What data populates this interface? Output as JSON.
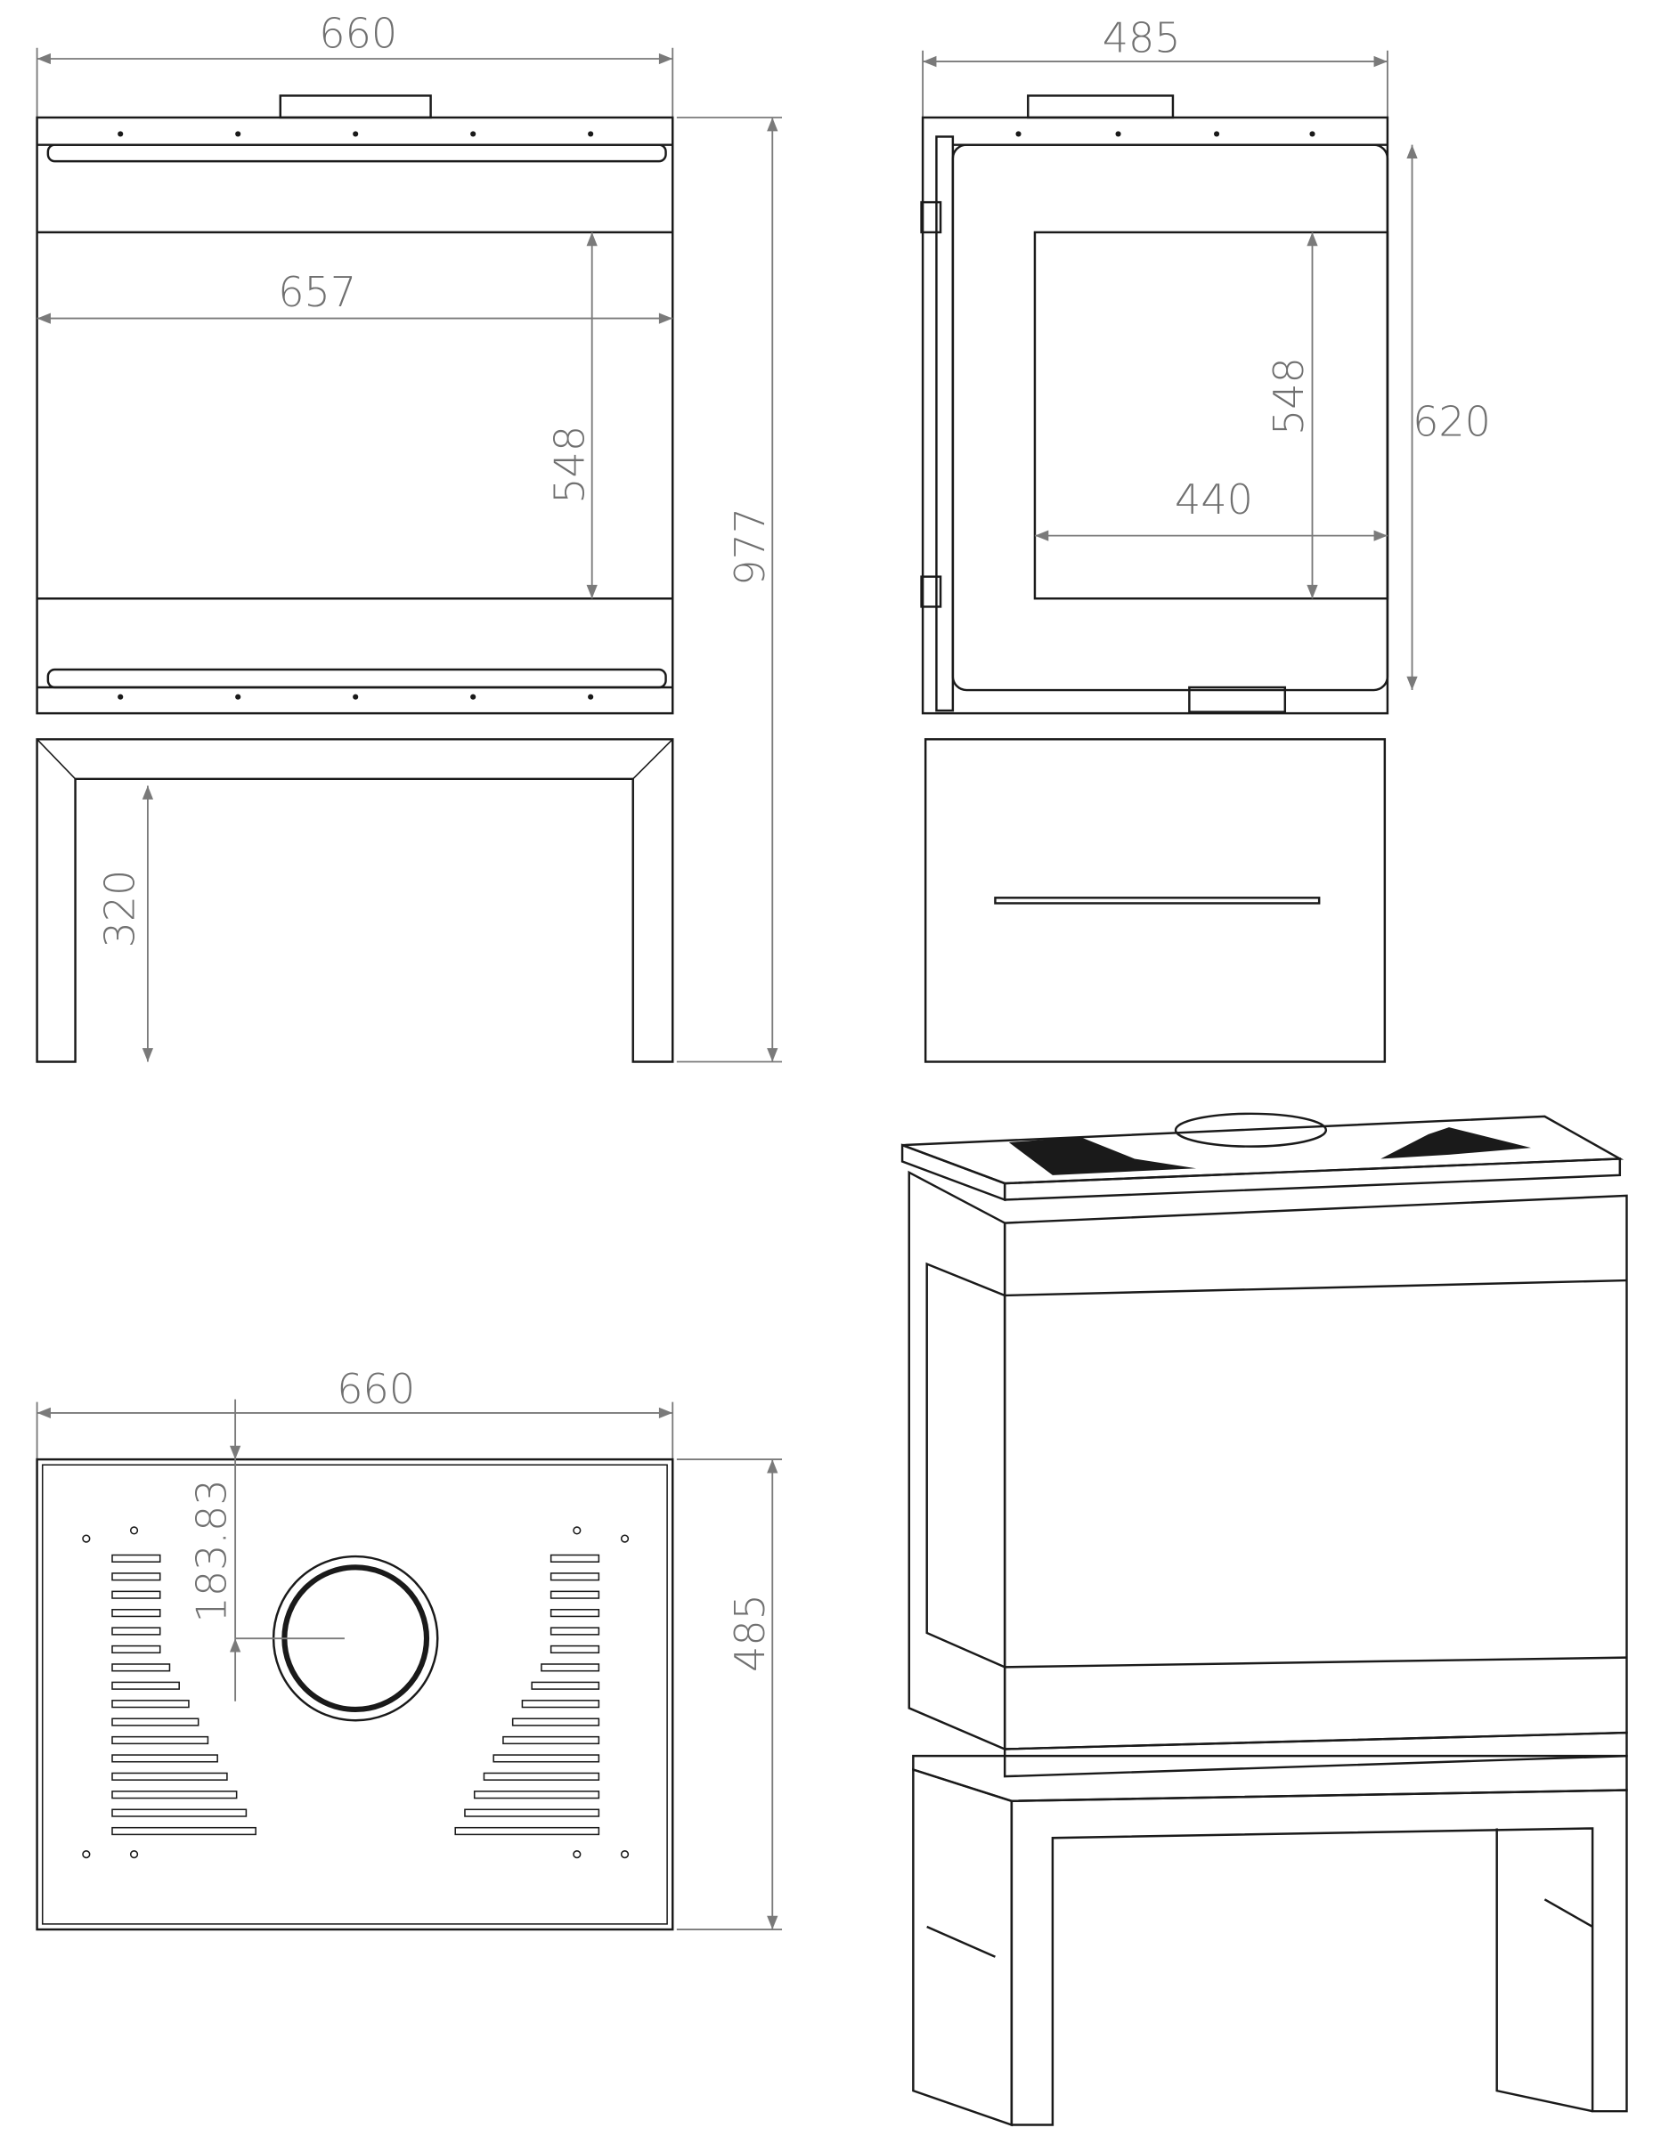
{
  "front_view": {
    "width_label": "660",
    "glass_width_label": "657",
    "glass_height_label": "548",
    "total_height_label": "977",
    "stand_height_label": "320"
  },
  "side_view": {
    "depth_label": "485",
    "glass_height_label": "548",
    "glass_width_label": "440",
    "body_height_label": "620"
  },
  "top_view": {
    "width_label": "660",
    "depth_label": "485",
    "flue_offset_label": "183.83"
  },
  "colors": {
    "line": "#1a1a1a",
    "dimension": "#7a7a7a"
  }
}
